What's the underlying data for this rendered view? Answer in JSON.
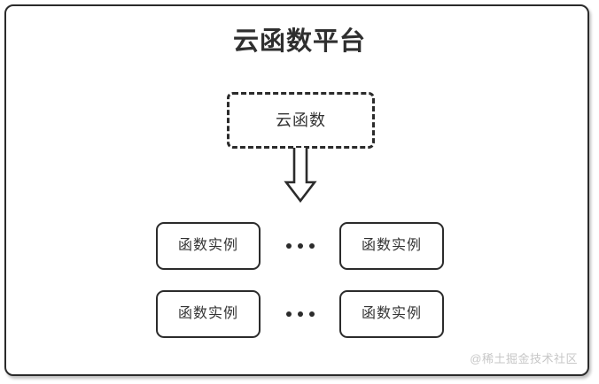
{
  "diagram": {
    "title": "云函数平台",
    "cloud_function": {
      "label": "云函数",
      "style": "dashed-rounded-rect"
    },
    "arrow": {
      "icon": "down-block-arrow",
      "direction": "down"
    },
    "rows": [
      {
        "left": {
          "label": "函数实例"
        },
        "separator": "···",
        "right": {
          "label": "函数实例"
        }
      },
      {
        "left": {
          "label": "函数实例"
        },
        "separator": "···",
        "right": {
          "label": "函数实例"
        }
      }
    ],
    "watermark": "@稀土掘金技术社区",
    "colors": {
      "stroke": "#2b2b2b",
      "title_text": "#2f2f2f",
      "body_text": "#333333",
      "background": "#ffffff",
      "watermark_text": "#c7c7c7"
    }
  }
}
